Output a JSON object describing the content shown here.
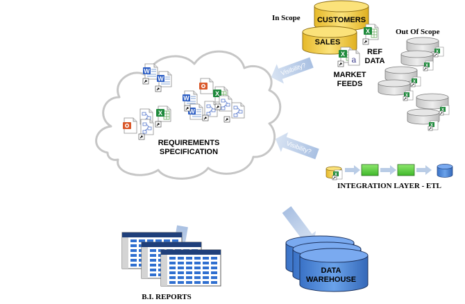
{
  "labels": {
    "in_scope": "In Scope",
    "out_of_scope": "Out Of Scope",
    "customers": "CUSTOMERS",
    "sales": "SALES",
    "ref_data_line1": "REF",
    "ref_data_line2": "DATA",
    "market_feeds_line1": "MARKET",
    "market_feeds_line2": "FEEDS",
    "requirements_line1": "REQUIREMENTS",
    "requirements_line2": "SPECIFICATION",
    "integration_layer": "INTEGRATION LAYER - ETL",
    "data_warehouse_line1": "DATA",
    "data_warehouse_line2": "WAREHOUSE",
    "bi_reports": "B.I. REPORTS"
  },
  "arrow_labels": {
    "from_sources": "Visibility?",
    "from_etl": "Visibility?",
    "from_warehouse": "Visibility?",
    "from_reports": "Visibility?"
  },
  "icons": {
    "cloud": "thought-cloud-icon",
    "word_doc": "word-document-icon",
    "excel_doc": "excel-spreadsheet-icon",
    "powerpoint_doc": "powerpoint-icon",
    "visio_doc": "visio-diagram-icon",
    "shortcut": "shortcut-arrow-icon",
    "database": "database-cylinder-icon",
    "report_table": "report-table-icon",
    "etl_block": "etl-process-block-icon"
  },
  "colors": {
    "in_scope_db": "#f8d24a",
    "out_of_scope_db": "#d8d8d8",
    "warehouse_db": "#4a86d8",
    "etl_block": "#66d14a",
    "arrow": "#b7cbe6",
    "cloud_outline": "#c8c8c8",
    "report_header": "#1f3f7a",
    "report_cell": "#2f6fd0"
  }
}
